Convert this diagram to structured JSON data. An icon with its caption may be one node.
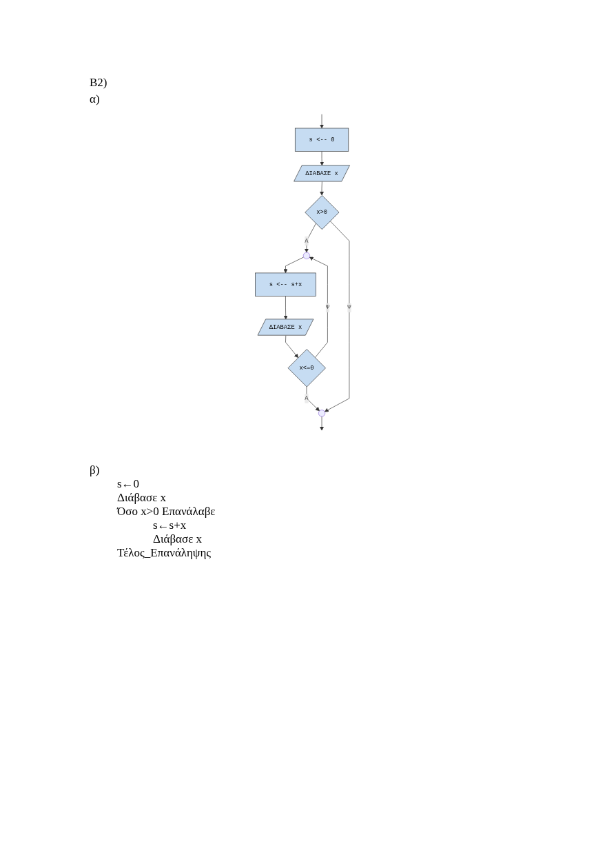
{
  "diagram": {
    "title": "Β2)",
    "nodes": [
      {
        "text": [
          "s <-- 0"
        ]
      },
      {
        "text": [
          "ΔΙΑΒΑΣΕ x"
        ]
      },
      {
        "text": [
          "x>0"
        ]
      },
      {
        "text": [],
        "shape": "circle"
      },
      {
        "text": [
          "s <-- s+x"
        ]
      },
      {
        "text": [
          "ΔΙΑΒΑΣΕ x"
        ]
      },
      {
        "text": [
          "x<=0"
        ]
      },
      {
        "text": [],
        "shape": "circle"
      }
    ],
    "edges": [
      {
        "from": null,
        "to": 0,
        "arrow": "to"
      },
      {
        "from": 0,
        "to": 1,
        "arrow": "to"
      },
      {
        "from": 1,
        "to": 2,
        "arrow": "to"
      },
      {
        "from": 2,
        "to": 3,
        "label": "Α",
        "arrow": "to"
      },
      {
        "from": 3,
        "to": 4,
        "arrow": "to"
      },
      {
        "from": 4,
        "to": 5,
        "arrow": "to"
      },
      {
        "from": 5,
        "to": 6,
        "arrow": "to"
      },
      {
        "from": 6,
        "to": 3,
        "label": "Ψ",
        "arrow": "to"
      },
      {
        "from": 6,
        "to": 7,
        "label": "Α",
        "arrow": "to"
      },
      {
        "from": 2,
        "to": 7,
        "label": "Ψ",
        "arrow": "to"
      },
      {
        "from": 7,
        "to": null,
        "arrow": "to"
      }
    ],
    "labels": [
      "α)",
      "β)",
      "s←0",
      "Διάβασε x",
      "Όσο x>0 Επανάλαβε",
      "s←s+x",
      "Διάβασε x",
      "Τέλος_Επανάληψης"
    ]
  }
}
